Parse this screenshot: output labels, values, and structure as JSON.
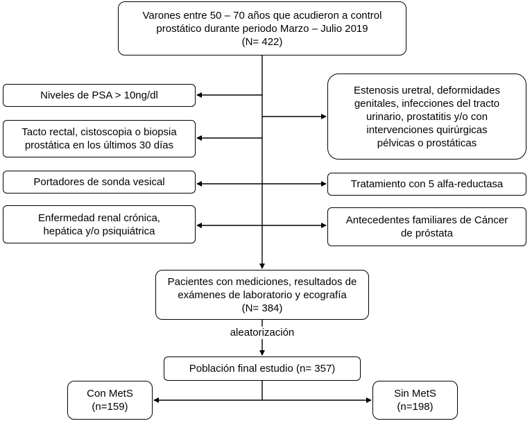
{
  "nodes": {
    "start": "Varones entre 50 – 70 años que acudieron a control\nprostático durante periodo Marzo – Julio 2019\n(N= 422)",
    "excl_psa": "Niveles de PSA > 10ng/dl",
    "excl_tacto": "Tacto rectal, cistoscopia o biopsia\nprostática en los últimos 30 días",
    "excl_sonda": "Portadores de sonda vesical",
    "excl_enfermedad": "Enfermedad renal crónica,\nhepática y/o psiquiátrica",
    "excl_estenosis": "Estenosis uretral, deformidades\ngenitales, infecciones del tracto\nurinario, prostatitis y/o con\nintervenciones quirúrgicas\npélvicas o prostáticas",
    "excl_tratamiento": "Tratamiento con 5 alfa-reductasa",
    "excl_antecedentes": "Antecedentes familiares de Cáncer\nde próstata",
    "pacientes": "Pacientes con mediciones, resultados de\nexámenes de laboratorio y ecografía\n(N= 384)",
    "aleatorizacion": "aleatorización",
    "poblacion": "Población final estudio (n= 357)",
    "con_mets": "Con MetS\n(n=159)",
    "sin_mets": "Sin MetS\n(n=198)"
  }
}
